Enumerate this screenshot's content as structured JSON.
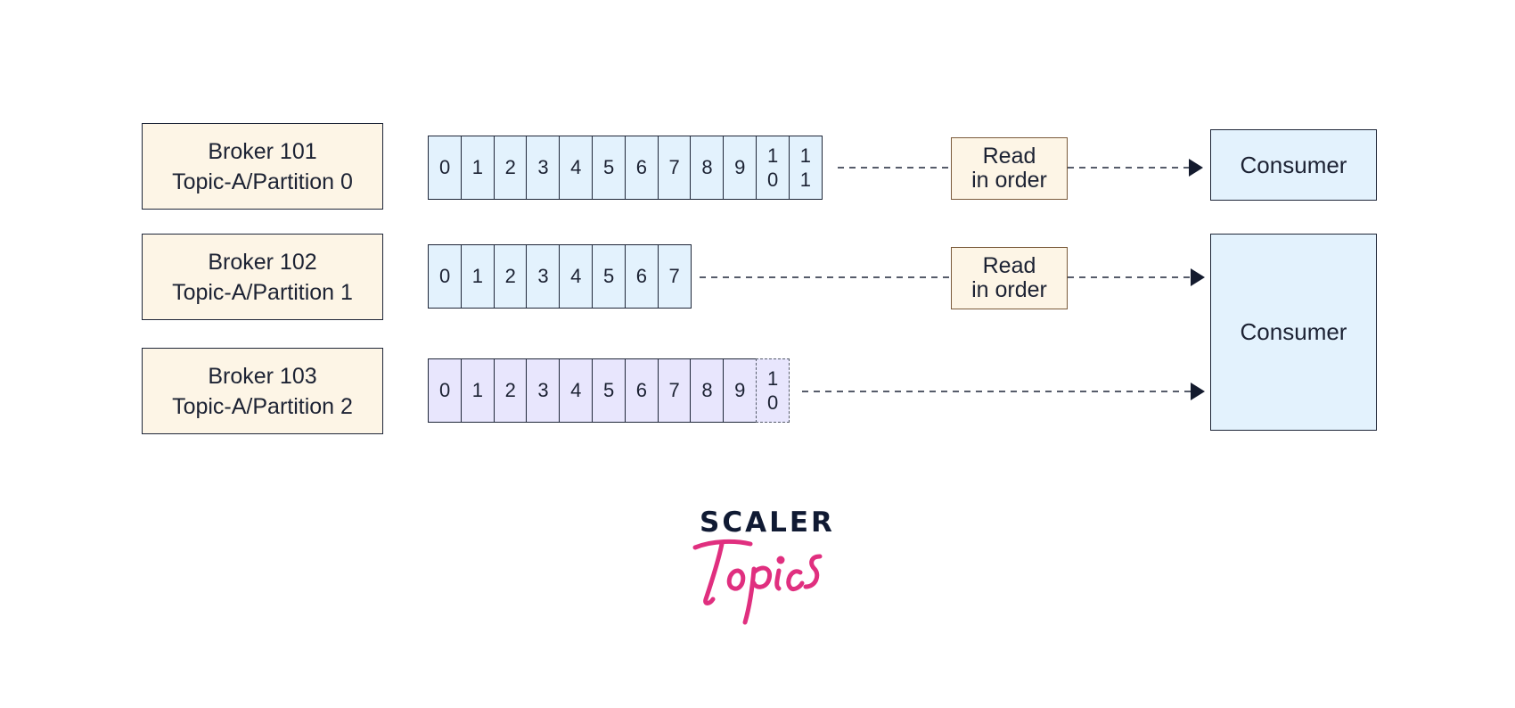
{
  "brokers": [
    {
      "name": "Broker 101",
      "partition": "Topic-A/Partition 0"
    },
    {
      "name": "Broker 102",
      "partition": "Topic-A/Partition 1"
    },
    {
      "name": "Broker 103",
      "partition": "Topic-A/Partition 2"
    }
  ],
  "partitions": [
    {
      "offsets": [
        "0",
        "1",
        "2",
        "3",
        "4",
        "5",
        "6",
        "7",
        "8",
        "9",
        "10",
        "11"
      ],
      "color": "#e3f2fd"
    },
    {
      "offsets": [
        "0",
        "1",
        "2",
        "3",
        "4",
        "5",
        "6",
        "7"
      ],
      "color": "#e3f2fd"
    },
    {
      "offsets": [
        "0",
        "1",
        "2",
        "3",
        "4",
        "5",
        "6",
        "7",
        "8",
        "9"
      ],
      "pending_offset": "10",
      "color": "#e8e6fd"
    }
  ],
  "read_boxes": [
    {
      "line1": "Read",
      "line2": "in order"
    },
    {
      "line1": "Read",
      "line2": "in order"
    }
  ],
  "consumers": [
    "Consumer",
    "Consumer"
  ],
  "logo": {
    "top": "SCALER",
    "bottom": "Topics",
    "top_color": "#101a33",
    "bottom_color": "#e02f7f"
  }
}
